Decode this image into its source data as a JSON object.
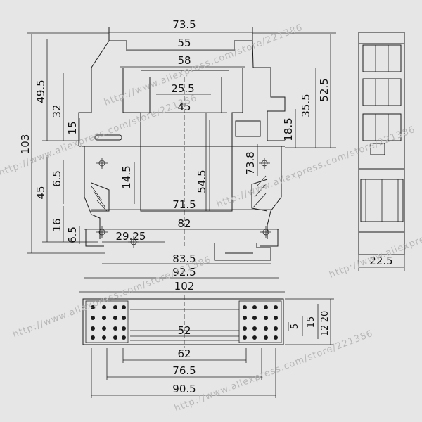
{
  "dimensions": {
    "top_width": "73.5",
    "d55": "55",
    "d58": "58",
    "d25_5": "25.5",
    "d45_center": "45",
    "h49_5": "49.5",
    "h32": "32",
    "h15": "15",
    "h103": "103",
    "h52_5": "52.5",
    "h35_5": "35.5",
    "h18_5": "18.5",
    "h73_8": "73.8",
    "h54_5": "54.5",
    "h14_5": "14.5",
    "h6_5_top": "6.5",
    "h45": "45",
    "h16": "16",
    "h6_5_bottom": "6.5",
    "d71_5": "71.5",
    "d82": "82",
    "d29_25": "29.25",
    "d83_5": "83.5",
    "d92_5": "92.5",
    "d102": "102",
    "side_width": "22.5",
    "d52": "52",
    "d62": "62",
    "d76_5": "76.5",
    "d90_5": "90.5",
    "h5": "5",
    "h15_bottom": "15",
    "h20": "20",
    "h12": "12"
  },
  "watermark": {
    "text_a": "http://www.aliexpress.com/store/221386",
    "text_b": "http://www.aliexpress.com/store/221386"
  }
}
